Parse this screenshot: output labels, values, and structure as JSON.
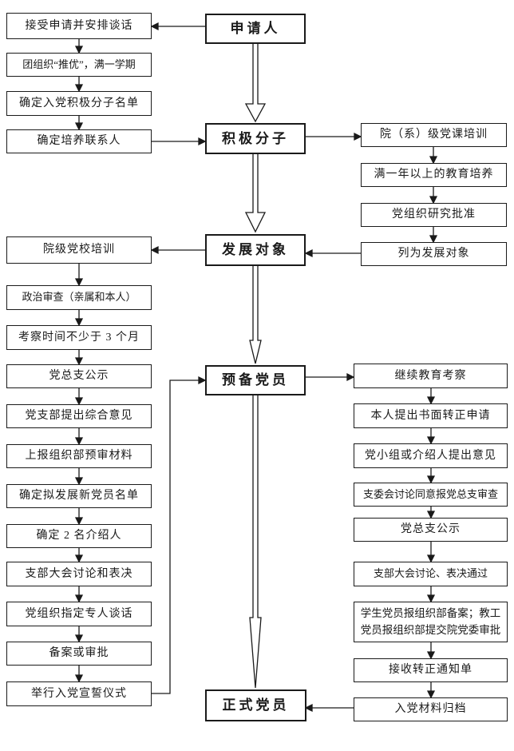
{
  "colors": {
    "line": "#1a1a1a",
    "box_border": "#1a1a1a",
    "background": "#ffffff"
  },
  "stages": {
    "applicant": "申请人",
    "activist": "积极分子",
    "development_target": "发展对象",
    "probationary_member": "预备党员",
    "full_member": "正式党员"
  },
  "left_top_steps": [
    "接受申请并安排谈话",
    "团组织“推优”，满一学期",
    "确定入党积极分子名单",
    "确定培养联系人"
  ],
  "left_bottom_steps": [
    "院级党校培训",
    "政治审查（亲属和本人）",
    "考察时间不少于 3 个月",
    "党总支公示",
    "党支部提出综合意见",
    "上报组织部预审材料",
    "确定拟发展新党员名单",
    "确定 2 名介绍人",
    "支部大会讨论和表决",
    "党组织指定专人谈话",
    "备案或审批",
    "举行入党宣誓仪式"
  ],
  "right_top_steps": [
    "院（系）级党课培训",
    "满一年以上的教育培养",
    "党组织研究批准",
    "列为发展对象"
  ],
  "right_bottom_steps": [
    "继续教育考察",
    "本人提出书面转正申请",
    "党小组或介绍人提出意见",
    "支委会讨论同意报党总支审查",
    "党总支公示",
    "支部大会讨论、表决通过",
    "学生党员报组织部备案；教工党员报组织部提交院党委审批",
    "接收转正通知单",
    "入党材料归档"
  ]
}
